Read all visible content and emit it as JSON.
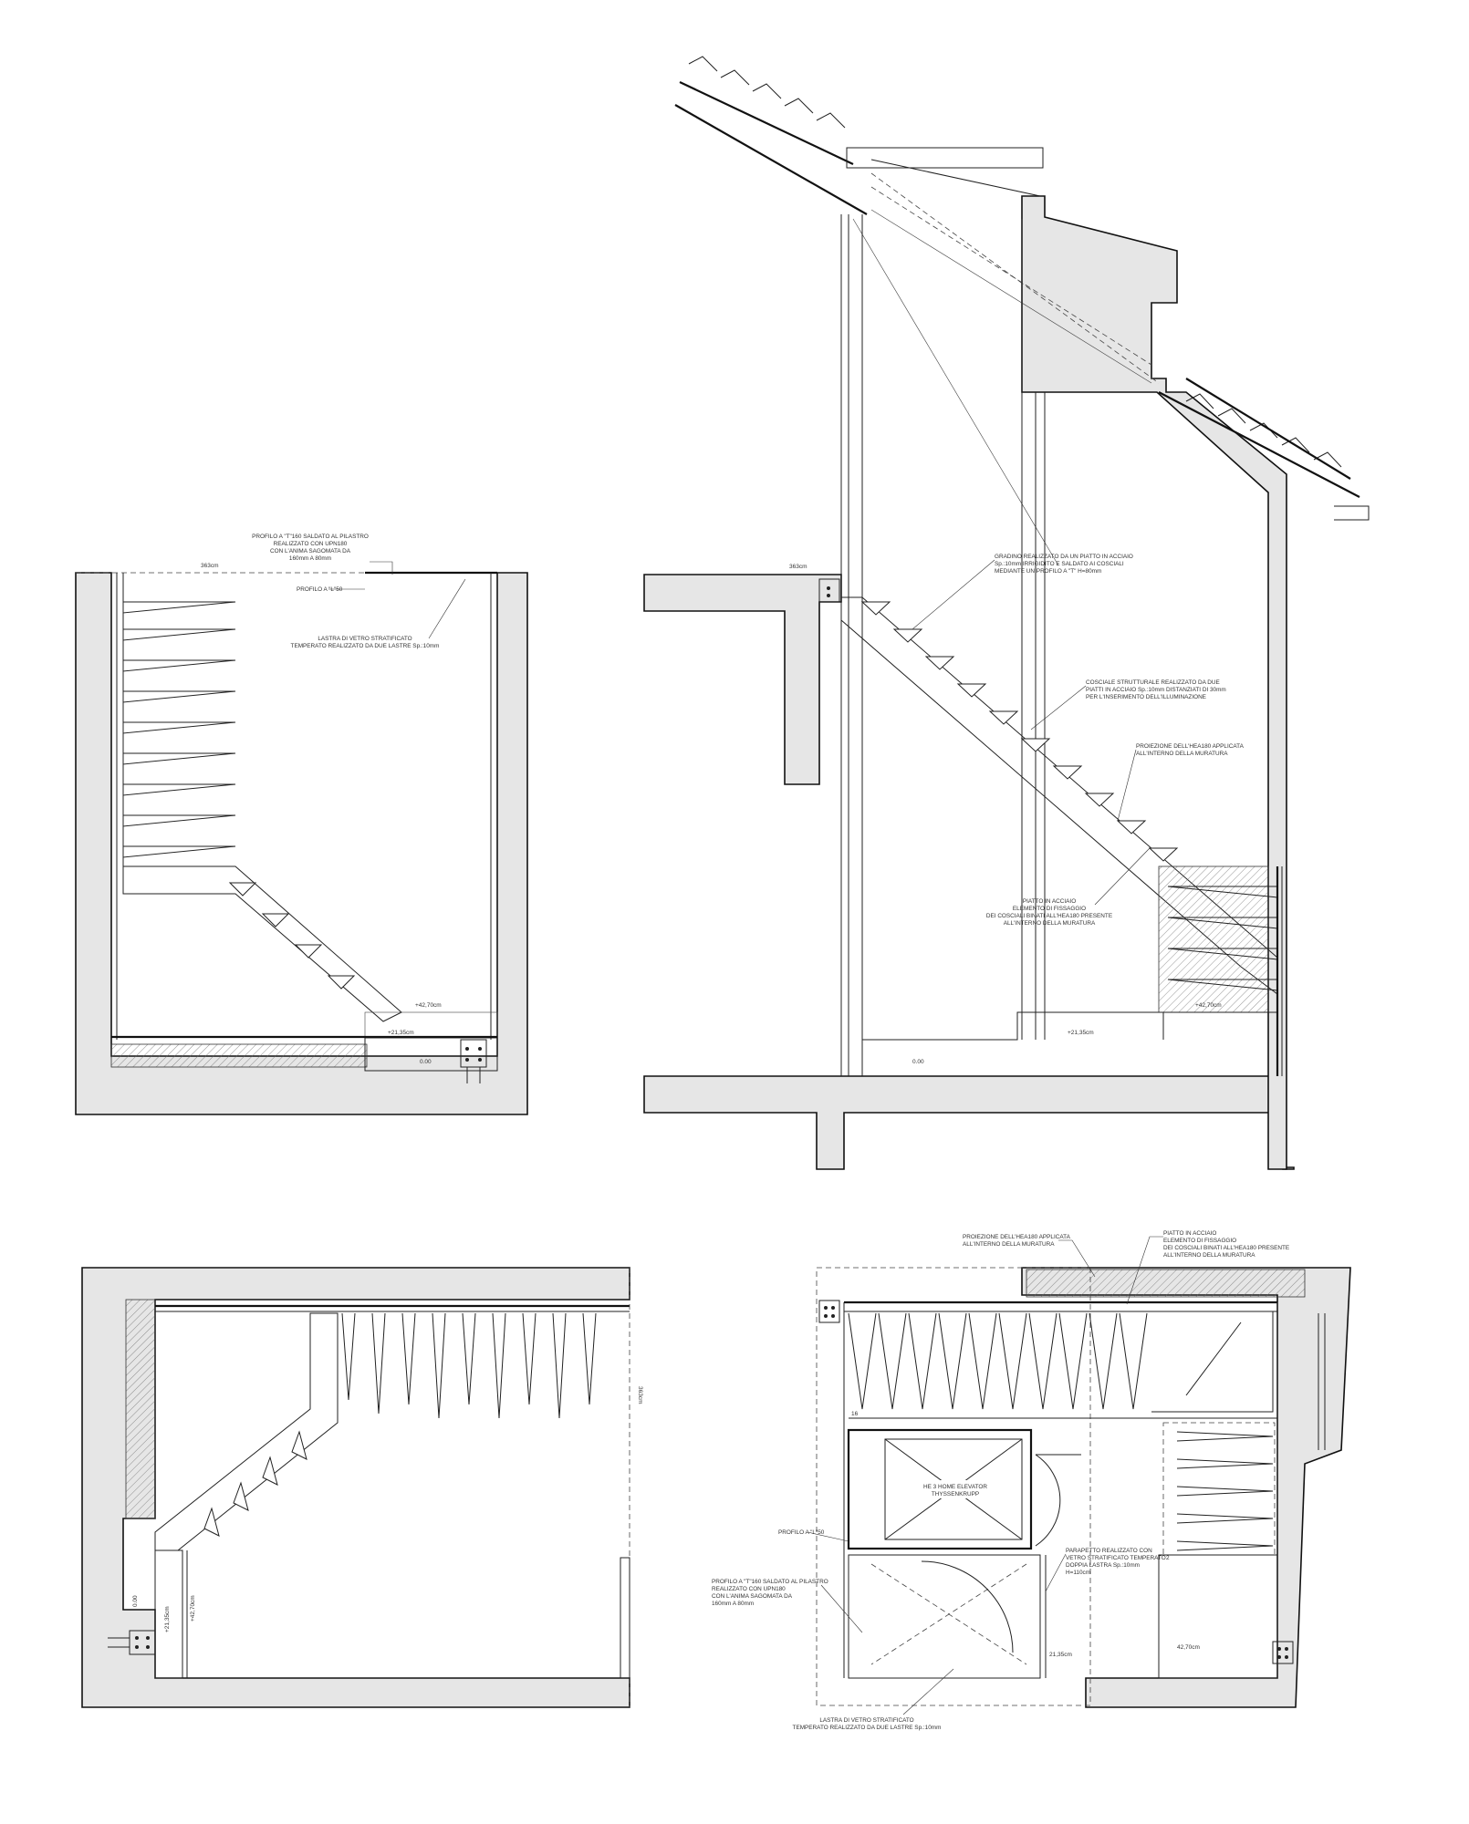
{
  "drawing": {
    "section_left": {
      "note_top": {
        "lines": [
          "PROFILO A \"T\"160 SALDATO AL PILASTRO",
          "REALIZZATO CON UPN180",
          "CON L'ANIMA SAGOMATA DA",
          "160mm A 80mm"
        ]
      },
      "note_profilo": "PROFILO A \"L\"50",
      "note_lastra": {
        "lines": [
          "LASTRA DI VETRO STRATIFICATO",
          "TEMPERATO REALIZZATO DA DUE LASTRE Sp.:10mm"
        ]
      },
      "dim_top": "363cm",
      "dim_upper": "+42,70cm",
      "dim_mid": "+21,35cm",
      "dim_zero": "0.00"
    },
    "section_right": {
      "dim_top": "363cm",
      "note_gradino": {
        "lines": [
          "GRADINO REALIZZATO DA UN PIATTO IN ACCIAIO",
          "Sp.:10mm IRRIGIDITO E SALDATO AI COSCIALI",
          "MEDIANTE UN PROFILO A \"T\" H=80mm"
        ]
      },
      "note_cosciale": {
        "lines": [
          "COSCIALE STRUTTURALE REALIZZATO DA DUE",
          "PIATTI IN ACCIAIO Sp.:10mm DISTANZIATI DI 30mm",
          "PER L'INSERIMENTO DELL'ILLUMINAZIONE"
        ]
      },
      "note_proiezione": {
        "lines": [
          "PROIEZIONE DELL'HEA180 APPLICATA",
          "ALL'INTERNO DELLA MURATURA"
        ]
      },
      "note_piatto": {
        "lines": [
          "PIATTO IN ACCIAIO",
          "ELEMENTO DI FISSAGGIO",
          "DEI COSCIALI BINATI ALL'HEA180 PRESENTE",
          "ALL'INTERNO DELLA MURATURA"
        ]
      },
      "dim_upper": "+42,70cm",
      "dim_mid": "+21,35cm",
      "dim_zero": "0.00"
    },
    "plan_left": {
      "dim_side": "363cm",
      "dim_a": "0.00",
      "dim_b": "+21,35cm",
      "dim_c": "+42,70cm"
    },
    "plan_right": {
      "note_proiezione": {
        "lines": [
          "PROIEZIONE DELL'HEA180 APPLICATA",
          "ALL'INTERNO DELLA MURATURA"
        ]
      },
      "note_piatto": {
        "lines": [
          "PIATTO IN ACCIAIO",
          "ELEMENTO DI FISSAGGIO",
          "DEI COSCIALI BINATI ALL'HEA180 PRESENTE",
          "ALL'INTERNO DELLA MURATURA"
        ]
      },
      "elevator_label": {
        "lines": [
          "HE 3 HOME ELEVATOR",
          "THYSSENKRUPP"
        ]
      },
      "note_profilo": "PROFILO A \"L\"50",
      "note_t160": {
        "lines": [
          "PROFILO A \"T\"160 SALDATO AL PILASTRO",
          "REALIZZATO CON UPN180",
          "CON L'ANIMA SAGOMATA DA",
          "160mm A 80mm"
        ]
      },
      "note_parapetto": {
        "lines": [
          "PARAPETTO REALIZZATO CON",
          "VETRO STRATIFICATO TEMPERATO",
          "DOPPIA LASTRA Sp.:10mm",
          "H=110cm"
        ]
      },
      "note_lastra": {
        "lines": [
          "LASTRA DI VETRO STRATIFICATO",
          "TEMPERATO REALIZZATO DA DUE LASTRE Sp.:10mm"
        ]
      },
      "dim_mid": "21,35cm",
      "dim_upper": "42,70cm",
      "step_16": "16",
      "step_2": "2"
    }
  }
}
